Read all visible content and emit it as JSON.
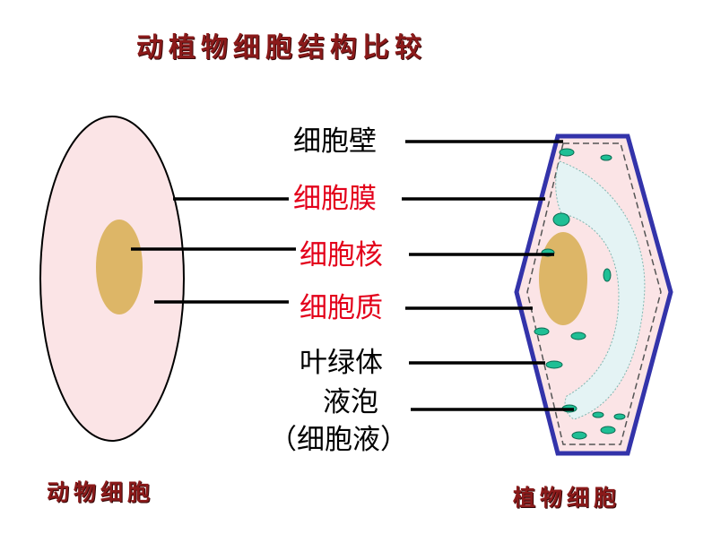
{
  "title": "动植物细胞结构比较",
  "captions": {
    "animal": "动物细胞",
    "plant": "植物细胞"
  },
  "labels": {
    "cell_wall": "细胞壁",
    "cell_membrane": "细胞膜",
    "nucleus": "细胞核",
    "cytoplasm": "细胞质",
    "chloroplast": "叶绿体",
    "vacuole": "液泡",
    "cell_sap": "（细胞液）"
  },
  "colors": {
    "title": "#8b1a1a",
    "label_default": "#000000",
    "label_shared": "#e3001b",
    "cytoplasm_fill": "#fbe4e6",
    "nucleus_fill": "#ddb667",
    "vacuole_fill": "#e4f3f4",
    "chloroplast_fill": "#1fbf95",
    "cell_wall_stroke": "#3333aa"
  }
}
